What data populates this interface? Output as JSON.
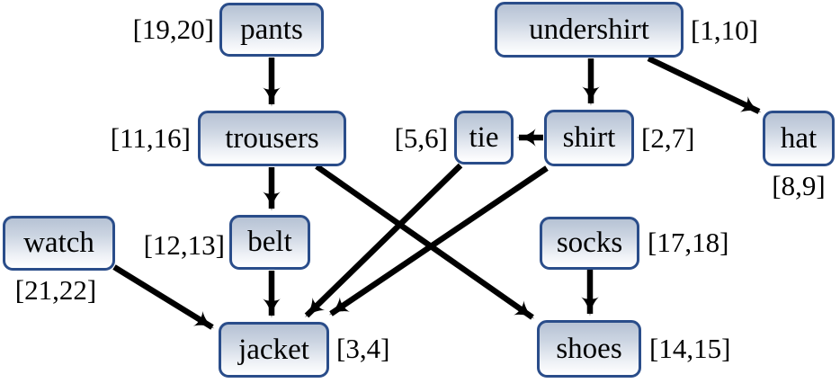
{
  "diagram": {
    "type": "directed-graph",
    "description": "Getting-dressed DAG with DFS discovery/finish times",
    "colors": {
      "background": "#ffffff",
      "node_border": "#2a4d8a",
      "node_fill_top": "#b6c2d4",
      "node_fill_bottom": "#ffffff",
      "edge": "#000000",
      "text": "#000000"
    },
    "nodes": {
      "pants": {
        "label": "pants",
        "times": "[19,20]",
        "times_position": "left"
      },
      "undershirt": {
        "label": "undershirt",
        "times": "[1,10]",
        "times_position": "right"
      },
      "trousers": {
        "label": "trousers",
        "times": "[11,16]",
        "times_position": "left"
      },
      "tie": {
        "label": "tie",
        "times": "[5,6]",
        "times_position": "left"
      },
      "shirt": {
        "label": "shirt",
        "times": "[2,7]",
        "times_position": "right"
      },
      "hat": {
        "label": "hat",
        "times": "[8,9]",
        "times_position": "below"
      },
      "watch": {
        "label": "watch",
        "times": "[21,22]",
        "times_position": "below"
      },
      "belt": {
        "label": "belt",
        "times": "[12,13]",
        "times_position": "left"
      },
      "socks": {
        "label": "socks",
        "times": "[17,18]",
        "times_position": "right"
      },
      "jacket": {
        "label": "jacket",
        "times": "[3,4]",
        "times_position": "right"
      },
      "shoes": {
        "label": "shoes",
        "times": "[14,15]",
        "times_position": "right"
      }
    },
    "edges": [
      {
        "from": "pants",
        "to": "trousers"
      },
      {
        "from": "undershirt",
        "to": "shirt"
      },
      {
        "from": "undershirt",
        "to": "hat"
      },
      {
        "from": "shirt",
        "to": "tie"
      },
      {
        "from": "trousers",
        "to": "belt"
      },
      {
        "from": "trousers",
        "to": "shoes"
      },
      {
        "from": "tie",
        "to": "jacket"
      },
      {
        "from": "shirt",
        "to": "jacket"
      },
      {
        "from": "belt",
        "to": "jacket"
      },
      {
        "from": "socks",
        "to": "shoes"
      },
      {
        "from": "watch",
        "to": "jacket"
      }
    ]
  }
}
